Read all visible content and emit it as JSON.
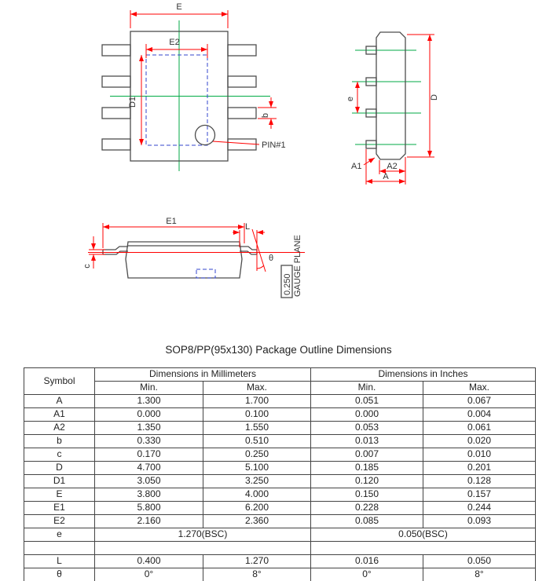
{
  "title": "SOP8/PP(95x130) Package Outline Dimensions",
  "colors": {
    "outline": "#4d4d4d",
    "red": "#ff0000",
    "green": "#00aa44",
    "blue": "#3344cc"
  },
  "diagram": {
    "top_view": {
      "E": "E",
      "E2": "E2",
      "D1": "D1",
      "b": "b",
      "pin1": "PIN#1"
    },
    "side_view": {
      "e": "e",
      "D": "D",
      "A1": "A1",
      "A2": "A2",
      "A": "A"
    },
    "front_view": {
      "E1": "E1",
      "L": "L",
      "c": "c",
      "theta": "θ",
      "gauge_value": "0.250",
      "gauge_plane": "GAUGE PLANE"
    }
  },
  "table": {
    "symbol_header": "Symbol",
    "mm_header": "Dimensions in Millimeters",
    "in_header": "Dimensions in Inches",
    "min_label": "Min.",
    "max_label": "Max.",
    "rows": [
      {
        "symbol": "A",
        "mm_min": "1.300",
        "mm_max": "1.700",
        "in_min": "0.051",
        "in_max": "0.067"
      },
      {
        "symbol": "A1",
        "mm_min": "0.000",
        "mm_max": "0.100",
        "in_min": "0.000",
        "in_max": "0.004"
      },
      {
        "symbol": "A2",
        "mm_min": "1.350",
        "mm_max": "1.550",
        "in_min": "0.053",
        "in_max": "0.061"
      },
      {
        "symbol": "b",
        "mm_min": "0.330",
        "mm_max": "0.510",
        "in_min": "0.013",
        "in_max": "0.020"
      },
      {
        "symbol": "c",
        "mm_min": "0.170",
        "mm_max": "0.250",
        "in_min": "0.007",
        "in_max": "0.010"
      },
      {
        "symbol": "D",
        "mm_min": "4.700",
        "mm_max": "5.100",
        "in_min": "0.185",
        "in_max": "0.201"
      },
      {
        "symbol": "D1",
        "mm_min": "3.050",
        "mm_max": "3.250",
        "in_min": "0.120",
        "in_max": "0.128"
      },
      {
        "symbol": "E",
        "mm_min": "3.800",
        "mm_max": "4.000",
        "in_min": "0.150",
        "in_max": "0.157"
      },
      {
        "symbol": "E1",
        "mm_min": "5.800",
        "mm_max": "6.200",
        "in_min": "0.228",
        "in_max": "0.244"
      },
      {
        "symbol": "E2",
        "mm_min": "2.160",
        "mm_max": "2.360",
        "in_min": "0.085",
        "in_max": "0.093"
      }
    ],
    "e_row": {
      "symbol": "e",
      "mm": "1.270(BSC)",
      "in": "0.050(BSC)"
    },
    "l_row": {
      "symbol": "L",
      "mm_min": "0.400",
      "mm_max": "1.270",
      "in_min": "0.016",
      "in_max": "0.050"
    },
    "theta_row": {
      "symbol": "θ",
      "mm_min": "0°",
      "mm_max": "8°",
      "in_min": "0°",
      "in_max": "8°"
    }
  }
}
